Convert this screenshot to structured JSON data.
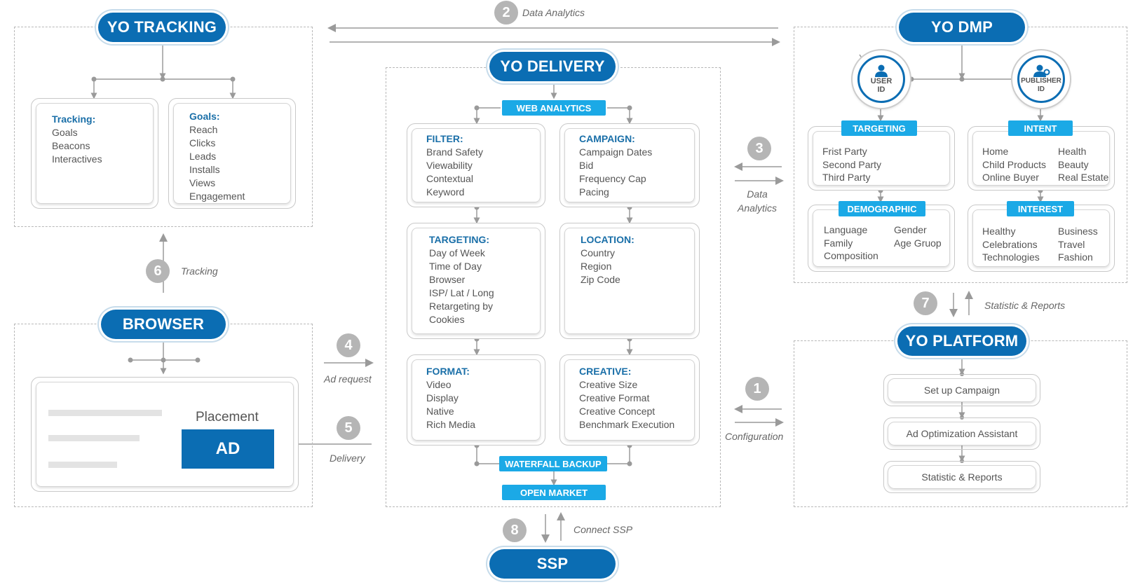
{
  "sections": {
    "tracking": {
      "title": "YO TRACKING"
    },
    "delivery": {
      "title": "YO DELIVERY"
    },
    "dmp": {
      "title": "YO DMP"
    },
    "browser": {
      "title": "BROWSER"
    },
    "platform": {
      "title": "YO PLATFORM"
    },
    "ssp": {
      "title": "SSP"
    }
  },
  "tracking": {
    "cards": [
      {
        "title": "Tracking:",
        "items": [
          "Goals",
          "Beacons",
          "Interactives"
        ]
      },
      {
        "title": "Goals:",
        "items": [
          "Reach",
          "Clicks",
          "Leads",
          "Installs",
          "Views",
          "Engagement"
        ]
      }
    ]
  },
  "delivery": {
    "web_analytics": "WEB ANALYTICS",
    "waterfall_backup": "WATERFALL BACKUP",
    "open_market": "OPEN MARKET",
    "cards": [
      {
        "title": "FILTER:",
        "items": [
          "Brand Safety",
          "Viewability",
          "Contextual",
          "Keyword"
        ]
      },
      {
        "title": "CAMPAIGN:",
        "items": [
          "Campaign Dates",
          "Bid",
          "Frequency Cap",
          "Pacing"
        ]
      },
      {
        "title": "TARGETING:",
        "items": [
          "Day of Week",
          "Time of Day",
          "Browser",
          "ISP/ Lat / Long",
          "Retargeting by",
          "Cookies"
        ]
      },
      {
        "title": "LOCATION:",
        "items": [
          "Country",
          "Region",
          "Zip Code"
        ]
      },
      {
        "title": "FORMAT:",
        "items": [
          "Video",
          "Display",
          "Native",
          "Rich Media"
        ]
      },
      {
        "title": "CREATIVE:",
        "items": [
          "Creative Size",
          "Creative Format",
          "Creative Concept",
          "Benchmark Execution"
        ]
      }
    ]
  },
  "dmp": {
    "user_id": [
      "USER",
      "ID"
    ],
    "publisher_id": [
      "PUBLISHER",
      "ID"
    ],
    "targeting": {
      "label": "TARGETING",
      "items": [
        "Frist Party",
        "Second Party",
        "Third Party"
      ]
    },
    "intent": {
      "label": "INTENT",
      "left": [
        "Home",
        "Child Products",
        "Online Buyer"
      ],
      "right": [
        "Health",
        "Beauty",
        "Real Estate"
      ]
    },
    "demographic": {
      "label": "DEMOGRAPHIC",
      "left": [
        "Language",
        "Family",
        "Composition"
      ],
      "right": [
        "Gender",
        "Age Gruop"
      ]
    },
    "interest": {
      "label": "INTEREST",
      "left": [
        "Healthy",
        "Celebrations",
        "Technologies"
      ],
      "right": [
        "Business",
        "Travel",
        "Fashion"
      ]
    }
  },
  "browser": {
    "placement": "Placement",
    "ad": "AD"
  },
  "platform": {
    "buttons": [
      "Set up Campaign",
      "Ad Optimization Assistant",
      "Statistic & Reports"
    ]
  },
  "flows": [
    {
      "num": "1",
      "label": "Configuration"
    },
    {
      "num": "2",
      "label": "Data Analytics"
    },
    {
      "num": "3",
      "label": "Data\nAnalytics"
    },
    {
      "num": "4",
      "label": "Ad request"
    },
    {
      "num": "5",
      "label": "Delivery"
    },
    {
      "num": "6",
      "label": "Tracking"
    },
    {
      "num": "7",
      "label": "Statistic & Reports"
    },
    {
      "num": "8",
      "label": "Connect SSP"
    }
  ],
  "colors": {
    "brand_blue": "#0b6db3",
    "tag_blue": "#1ba9e6",
    "badge_gray": "#b5b5b5",
    "ad_blue": "#0b6db3"
  }
}
